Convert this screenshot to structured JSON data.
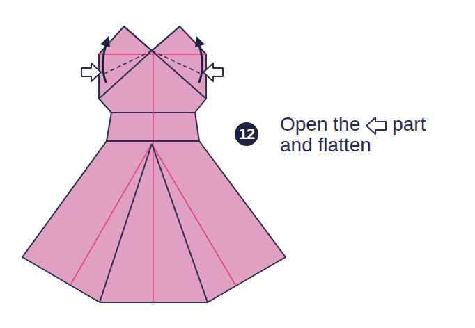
{
  "diagram": {
    "nodes": [
      {
        "text": [
          "12"
        ]
      }
    ],
    "labels": [
      "Open the",
      "part",
      "and flatten"
    ]
  }
}
